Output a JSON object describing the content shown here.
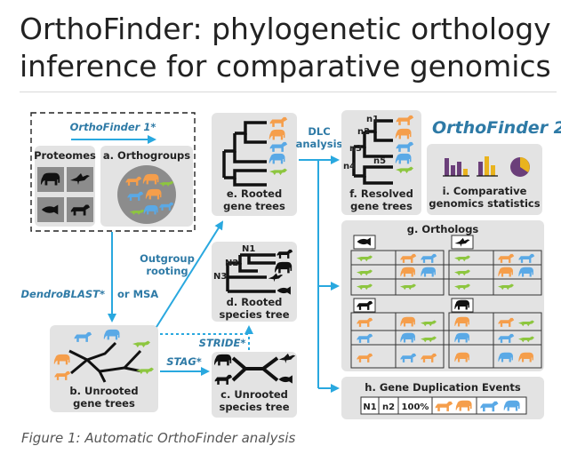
{
  "title": "OrthoFinder: phylogenetic orthology inference for comparative genomics",
  "caption": "Figure 1: Automatic OrthoFinder analysis",
  "diagram": {
    "orthofinder1": "OrthoFinder 1*",
    "proteomes": "Proteomes",
    "orthogroups": "a. Orthogroups",
    "dendroblast": "DendroBLAST*",
    "or_msa": "or MSA",
    "unrooted_gene_trees_1": "b. Unrooted",
    "unrooted_gene_trees_2": "gene trees",
    "stag": "STAG*",
    "unrooted_species_tree_1": "c. Unrooted",
    "unrooted_species_tree_2": "species tree",
    "stride": "STRIDE*",
    "rooted_species_tree_1": "d. Rooted",
    "rooted_species_tree_2": "species tree",
    "outgroup_1": "Outgroup",
    "outgroup_2": "rooting",
    "rooted_gene_trees_1": "e. Rooted",
    "rooted_gene_trees_2": "gene trees",
    "dlc_1": "DLC",
    "dlc_2": "analysis",
    "resolved_1": "f. Resolved",
    "resolved_2": "gene trees",
    "orthofinder2": "OrthoFinder 2",
    "comparative_1": "i. Comparative",
    "comparative_2": "genomics statistics",
    "orthologs": "g. Orthologs",
    "gene_dup": "h. Gene Duplication Events",
    "n1": "n1",
    "n2": "n2",
    "n3": "n3",
    "n4": "n4",
    "n5": "n5",
    "N1": "N1",
    "N2": "N2",
    "N3": "N3",
    "table_n1": "N1",
    "table_n2": "n2",
    "table_pct": "100%"
  },
  "colors": {
    "accent_blue": "#29a8df",
    "title_blue": "#2e7aa6",
    "box_gray": "#e3e3e3",
    "orange": "#f59e4b",
    "light_blue": "#5aa9e6",
    "green": "#8dc63f",
    "purple": "#6b3f7a",
    "gold": "#e9b31e"
  }
}
